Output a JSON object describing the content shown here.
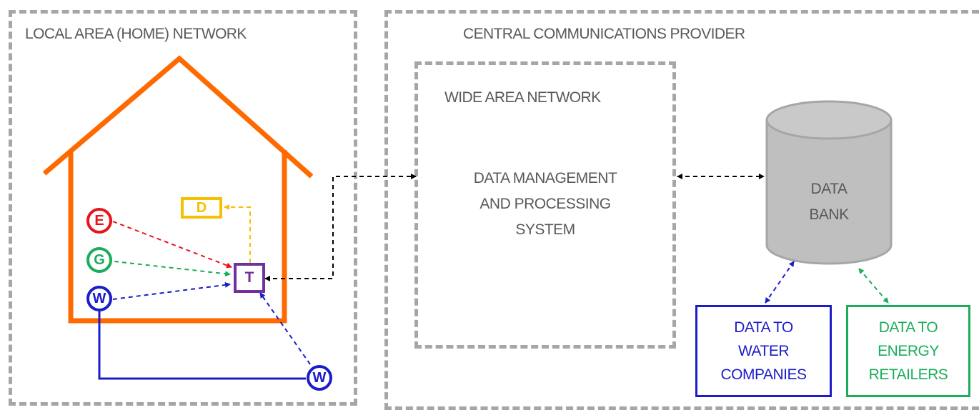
{
  "zones": {
    "local_label": "LOCAL AREA (HOME) NETWORK",
    "provider_label": "CENTRAL COMMUNICATIONS PROVIDER",
    "wan_label": "WIDE AREA NETWORK"
  },
  "system": {
    "line1": "DATA MANAGEMENT",
    "line2": "AND PROCESSING",
    "line3": "SYSTEM"
  },
  "data_bank": {
    "line1": "DATA",
    "line2": "BANK"
  },
  "nodes": {
    "electricity": "E",
    "gas": "G",
    "water_inside": "W",
    "water_outside": "W",
    "display": "D",
    "transmitter": "T"
  },
  "outputs": {
    "water": {
      "line1": "DATA TO",
      "line2": "WATER",
      "line3": "COMPANIES"
    },
    "energy": {
      "line1": "DATA TO",
      "line2": "ENERGY",
      "line3": "RETAILERS"
    }
  },
  "colors": {
    "zone_border": "#a6a6a6",
    "house": "#ff6a00",
    "electricity": "#e8141b",
    "gas": "#1aad5a",
    "water": "#1c1cc8",
    "display": "#f5c000",
    "transmitter": "#7030a0",
    "databank_fill": "#bfbfbf",
    "databank_stroke": "#a6a6a6",
    "text": "#595959",
    "link": "#000000"
  }
}
